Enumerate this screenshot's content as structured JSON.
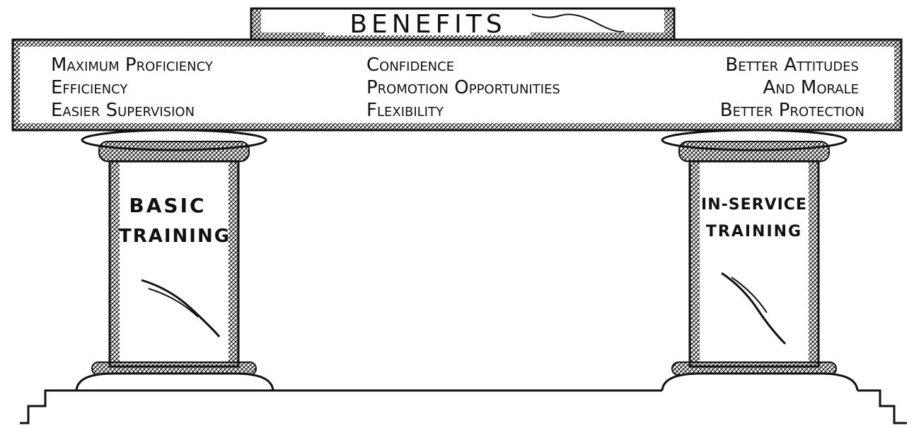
{
  "sign": {
    "title": "BENEFITS"
  },
  "beam": {
    "left_column": [
      "Maximum Proficiency",
      "Efficiency",
      "Easier Supervision"
    ],
    "middle_column": [
      "Confidence",
      "Promotion Opportunities",
      "Flexibility"
    ],
    "right_column": [
      "Better Attitudes",
      "And Morale",
      "Better Protection"
    ]
  },
  "pillars": {
    "left": {
      "line1": "BASIC",
      "line2": "TRAINING"
    },
    "right": {
      "line1": "IN-SERVICE",
      "line2": "TRAINING"
    }
  },
  "colors": {
    "ink": "#111111",
    "paper": "#ffffff"
  }
}
